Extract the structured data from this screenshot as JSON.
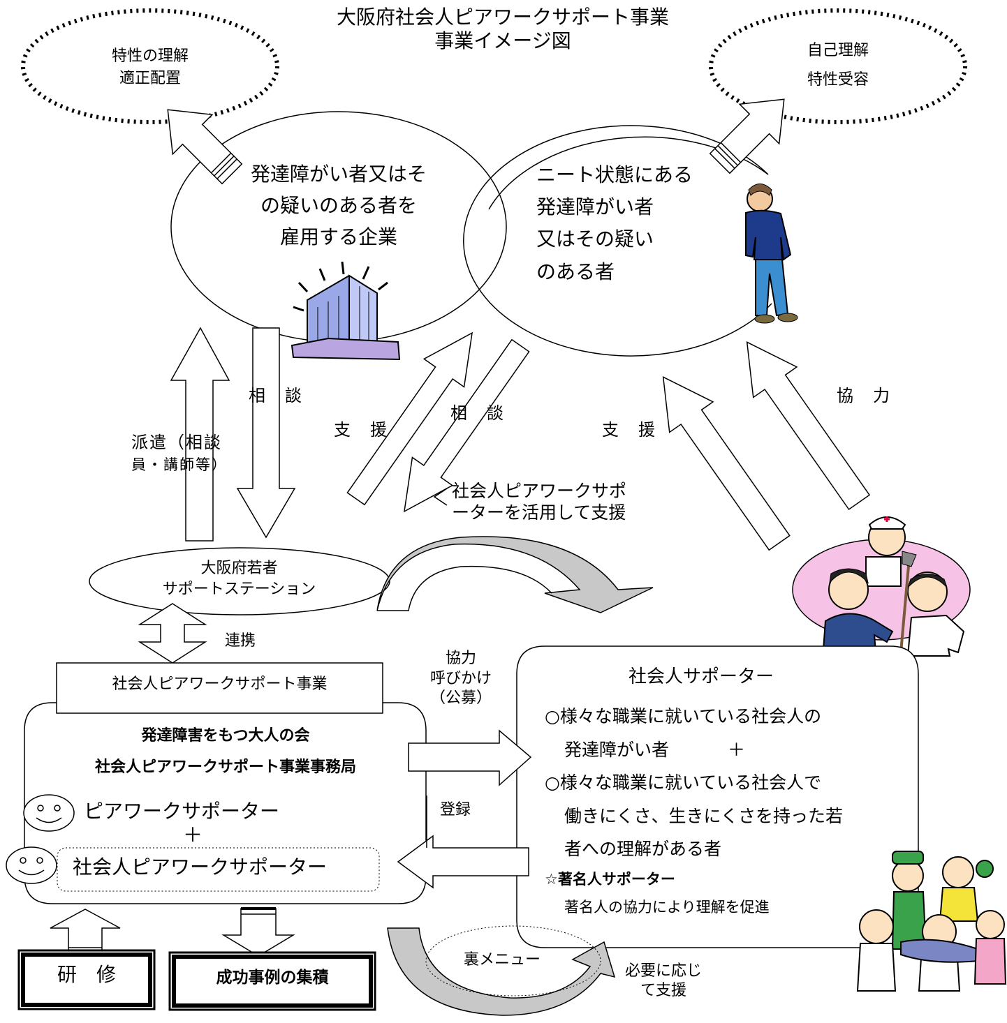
{
  "title": {
    "line1": "大阪府社会人ピアワークサポート事業",
    "line2": "事業イメージ図"
  },
  "bubble_left": {
    "line1": "特性の理解",
    "line2": "適正配置"
  },
  "bubble_right": {
    "line1": "自己理解",
    "line2": "特性受容"
  },
  "company": {
    "line1": "発達障がい者又はそ",
    "line2": "の疑いのある者を",
    "line3": "雇用する企業"
  },
  "neet": {
    "line1": "ニート状態にある",
    "line2": "発達障がい者",
    "line3": "又はその疑い",
    "line4": "のある者"
  },
  "arrows": {
    "soudan1": "相　談",
    "haken_line1": "派遣（相談",
    "haken_line2": "員・講師等）",
    "shien1": "支　援",
    "soudan2": "相　談",
    "shien2": "支　援",
    "kyoryoku": "協　力",
    "renkei": "連携",
    "kyoryoku_call_line1": "協力",
    "kyoryoku_call_line2": "呼びかけ",
    "kyoryoku_call_line3": "（公募）",
    "touroku": "登録",
    "hitsuyou_line1": "必要に応じ",
    "hitsuyou_line2": "て支援"
  },
  "callout": {
    "line1": "社会人ピアワークサポ",
    "line2": "ーターを活用して支援"
  },
  "station": {
    "line1": "大阪府若者",
    "line2": "サポートステーション"
  },
  "project_box": "社会人ピアワークサポート事業",
  "office": {
    "line1": "発達障害をもつ大人の会",
    "line2": "社会人ピアワークサポート事業事務局",
    "peer": "ピアワークサポーター",
    "plus": "＋",
    "social_peer": "社会人ピアワークサポーター"
  },
  "supporters": {
    "heading": "社会人サポーター",
    "item1_line1": "○様々な職業に就いている社会人の",
    "item1_line2": "発達障がい者",
    "plus": "＋",
    "item2_line1": "○様々な職業に就いている社会人で",
    "item2_line2": "働きにくさ、生きにくさを持った若",
    "item2_line3": "者への理解がある者",
    "celeb_heading": "☆著名人サポーター",
    "celeb_desc": "著名人の協力により理解を促進"
  },
  "ura_menu": "裏メニュー",
  "training": "研　修",
  "success": "成功事例の集積"
}
